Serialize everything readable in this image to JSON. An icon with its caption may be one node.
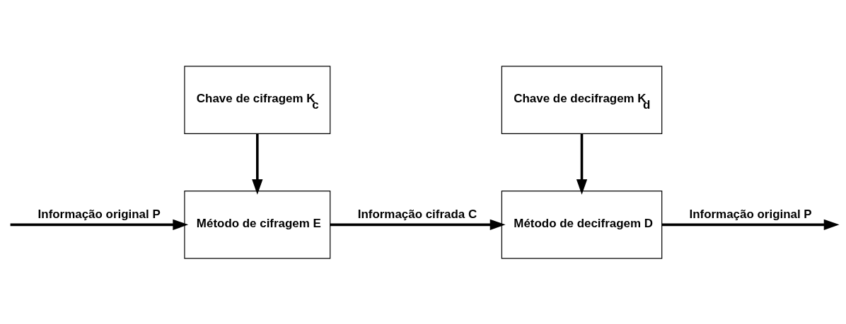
{
  "diagram": {
    "nodes": [
      {
        "text": [
          "Chave de cifragem K$_{c}$"
        ]
      },
      {
        "text": [
          "Chave de decifragem K$_{d}$"
        ]
      },
      {
        "text": [
          "Método de cifragem E"
        ]
      },
      {
        "text": [
          "Método de decifragem D"
        ]
      }
    ],
    "edges": [
      {
        "from": null,
        "to": 2,
        "arrow": "to",
        "label": "Informação original P"
      },
      {
        "from": 0,
        "to": 2,
        "arrow": "to"
      },
      {
        "from": 2,
        "to": 3,
        "arrow": "to",
        "label": "Informação cifrada C"
      },
      {
        "from": 1,
        "to": 3,
        "arrow": "to"
      },
      {
        "from": 3,
        "to": null,
        "arrow": "to",
        "label": "Informação original P"
      }
    ]
  }
}
